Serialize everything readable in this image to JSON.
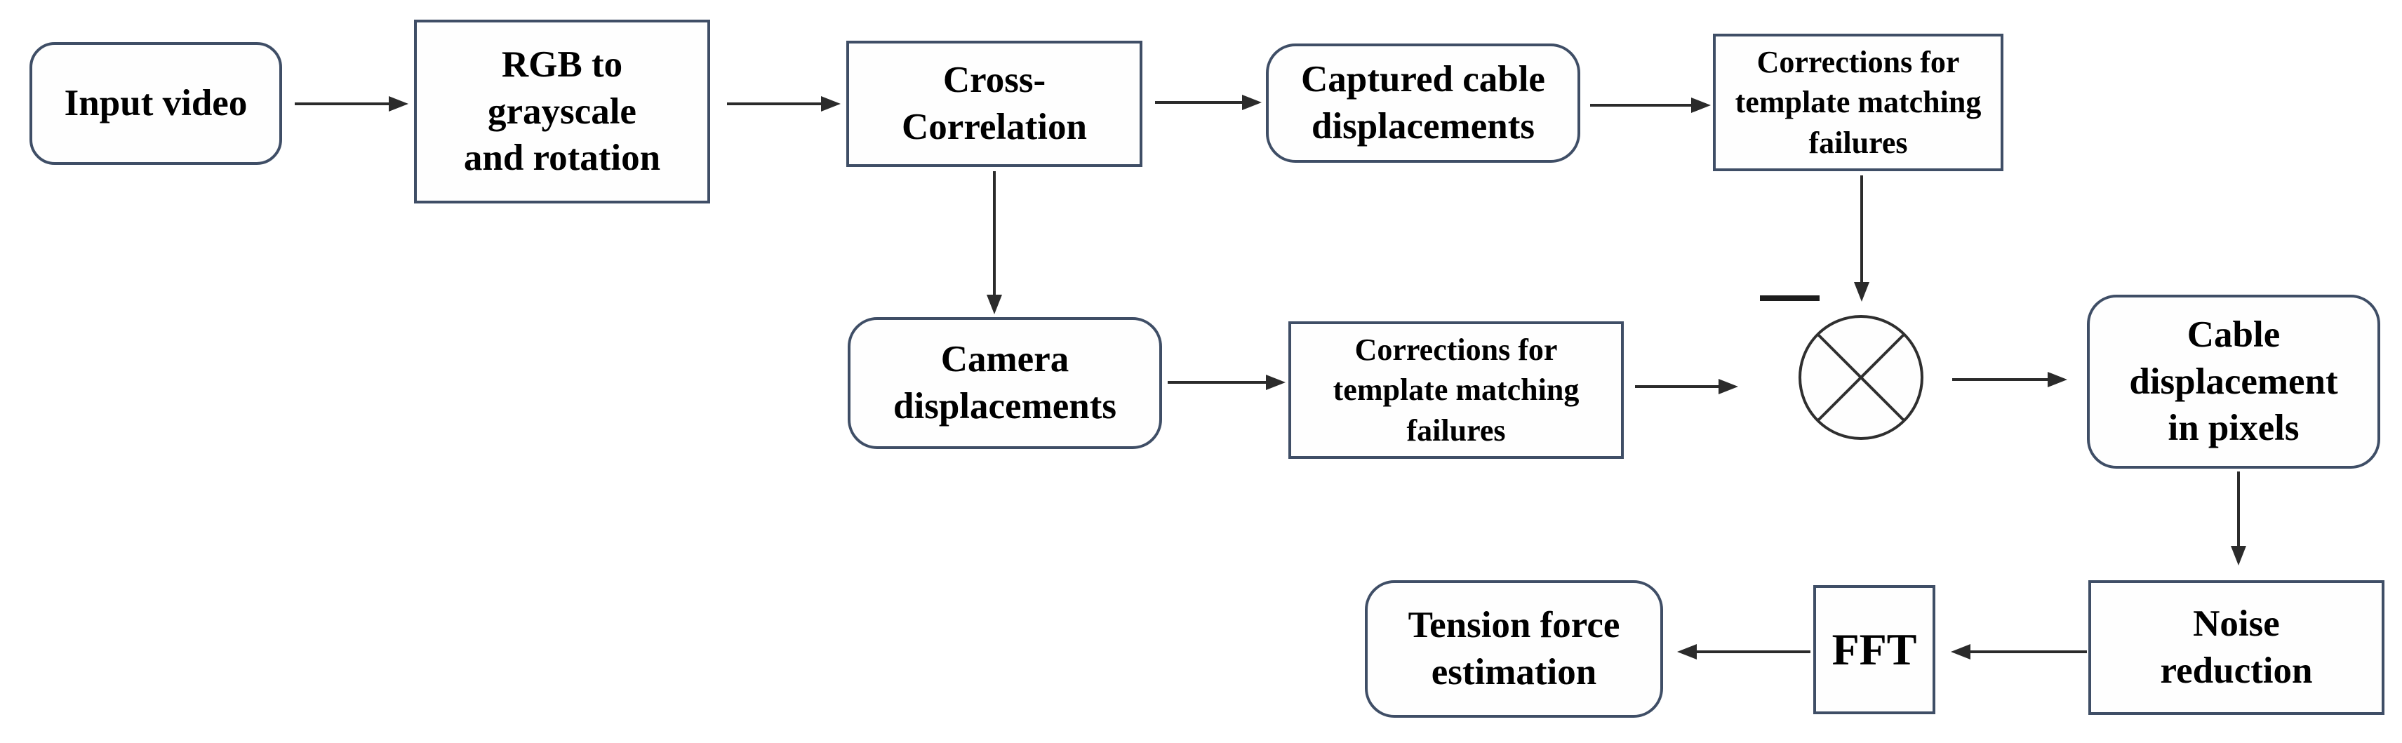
{
  "theme": {
    "background": "#ffffff",
    "box_border": "#3f4e66",
    "text_color": "#000000",
    "arrow_color": "#2b2b2b"
  },
  "diagram": {
    "nodes": {
      "input_video": {
        "label": "Input video",
        "shape": "rounded-rect"
      },
      "rgb_grayscale": {
        "label": "RGB to\ngrayscale\nand rotation",
        "shape": "rect"
      },
      "cross_correlation": {
        "label": "Cross-\nCorrelation",
        "shape": "rect"
      },
      "captured_cable": {
        "label": "Captured cable\ndisplacements",
        "shape": "rounded-rect"
      },
      "corrections_top": {
        "label": "Corrections for\ntemplate matching\nfailures",
        "shape": "rect"
      },
      "camera_displacements": {
        "label": "Camera\ndisplacements",
        "shape": "rounded-rect"
      },
      "corrections_mid": {
        "label": "Corrections for\ntemplate matching\nfailures",
        "shape": "rect"
      },
      "subtract_junction": {
        "label": "",
        "shape": "circle-cross",
        "minus_sign": "−"
      },
      "cable_pixels": {
        "label": "Cable\ndisplacement\nin pixels",
        "shape": "rounded-rect"
      },
      "noise_reduction": {
        "label": "Noise\nreduction",
        "shape": "rect"
      },
      "fft": {
        "label": "FFT",
        "shape": "rect"
      },
      "tension": {
        "label": "Tension force\nestimation",
        "shape": "rounded-rect"
      }
    },
    "edges": [
      {
        "from": "input_video",
        "to": "rgb_grayscale"
      },
      {
        "from": "rgb_grayscale",
        "to": "cross_correlation"
      },
      {
        "from": "cross_correlation",
        "to": "captured_cable"
      },
      {
        "from": "captured_cable",
        "to": "corrections_top"
      },
      {
        "from": "corrections_top",
        "to": "subtract_junction"
      },
      {
        "from": "cross_correlation",
        "to": "camera_displacements"
      },
      {
        "from": "camera_displacements",
        "to": "corrections_mid"
      },
      {
        "from": "corrections_mid",
        "to": "subtract_junction"
      },
      {
        "from": "subtract_junction",
        "to": "cable_pixels"
      },
      {
        "from": "cable_pixels",
        "to": "noise_reduction"
      },
      {
        "from": "noise_reduction",
        "to": "fft"
      },
      {
        "from": "fft",
        "to": "tension"
      }
    ]
  }
}
